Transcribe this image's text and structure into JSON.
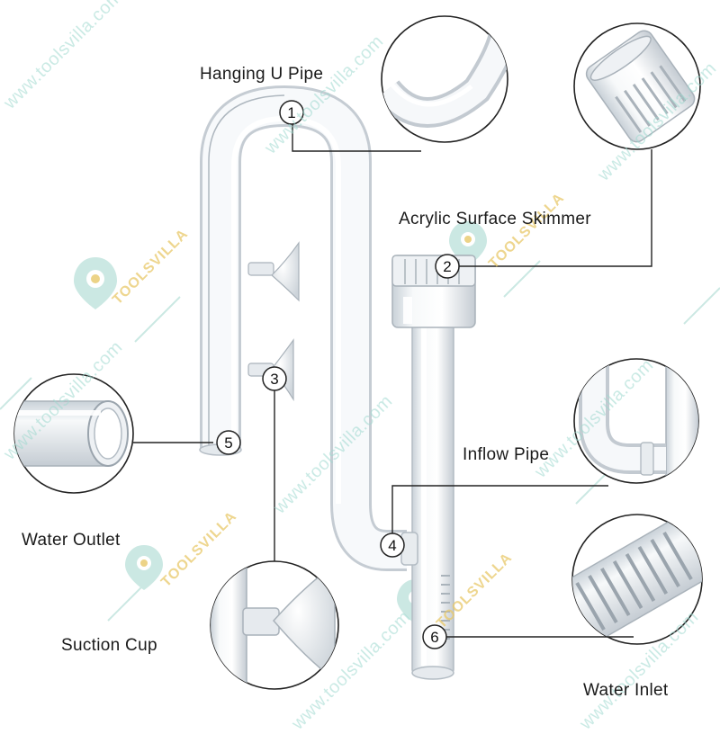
{
  "labels": {
    "hanging_u_pipe": "Hanging U Pipe",
    "acrylic_surface_skimmer": "Acrylic Surface Skimmer",
    "inflow_pipe": "Inflow Pipe",
    "water_outlet": "Water Outlet",
    "suction_cup": "Suction Cup",
    "water_inlet": "Water Inlet"
  },
  "markers": [
    "1",
    "2",
    "3",
    "4",
    "5",
    "6"
  ],
  "watermark": {
    "url": "www.toolsvilla.com",
    "brand": "TOOLSVILLA"
  },
  "colors": {
    "text": "#1a1a1a",
    "leader": "#222222",
    "watermark_url": "#9fd9cf",
    "watermark_brand": "#e8c96a",
    "glass": "#dfe5ea"
  }
}
